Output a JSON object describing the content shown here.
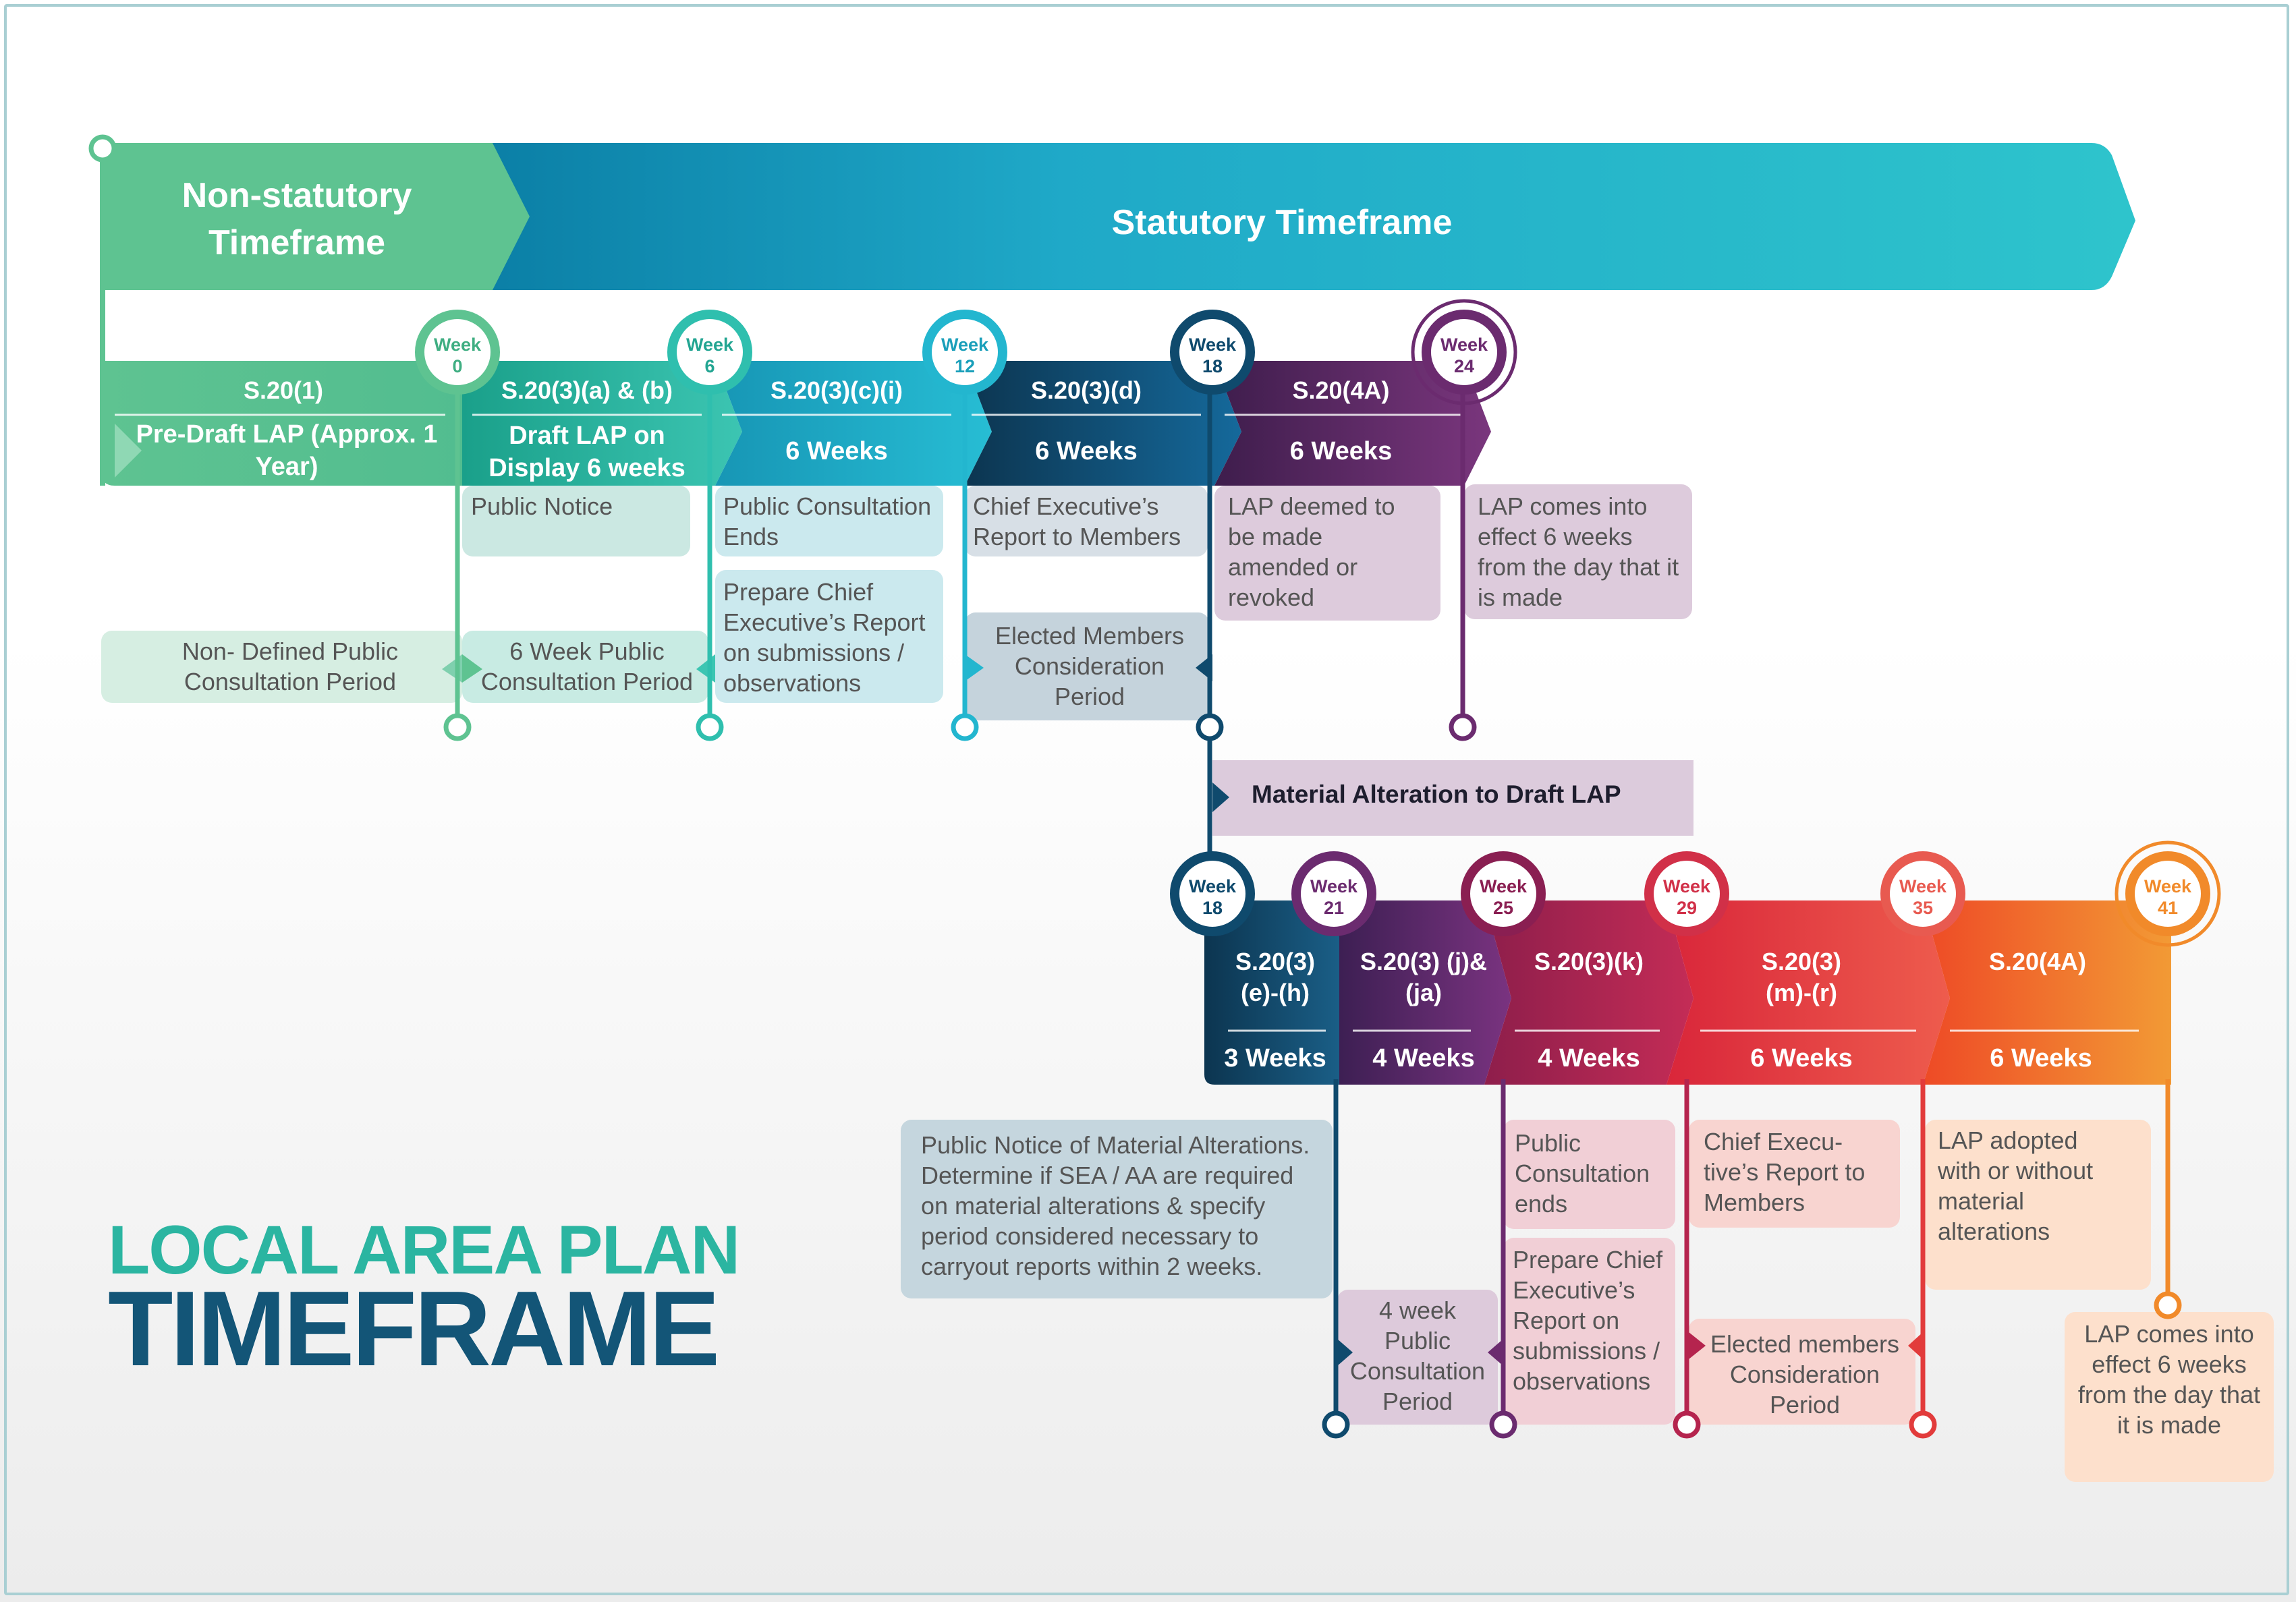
{
  "header": {
    "non_statutory": "Non-statutory Timeframe",
    "statutory": "Statutory Timeframe"
  },
  "title": {
    "line1": "LOCAL AREA PLAN",
    "line2": "TIMEFRAME"
  },
  "week_word": "Week",
  "weeks_top": [
    "0",
    "6",
    "12",
    "18",
    "24"
  ],
  "weeks_bottom": [
    "18",
    "21",
    "25",
    "29",
    "35",
    "41"
  ],
  "top_stages": [
    {
      "code": "S.20(1)",
      "label": "Pre-Draft LAP (Approx. 1 Year)"
    },
    {
      "code": "S.20(3)(a) & (b)",
      "label": "Draft LAP on Display 6 weeks"
    },
    {
      "code": "S.20(3)(c)(i)",
      "label": "6 Weeks"
    },
    {
      "code": "S.20(3)(d)",
      "label": "6 Weeks"
    },
    {
      "code": "S.20(4A)",
      "label": "6 Weeks"
    }
  ],
  "bottom_stages": [
    {
      "code": "S.20(3) (e)-(h)",
      "label": "3 Weeks"
    },
    {
      "code": "S.20(3) (j)& (ja)",
      "label": "4 Weeks"
    },
    {
      "code": "S.20(3)(k)",
      "label": "4 Weeks"
    },
    {
      "code": "S.20(3) (m)-(r)",
      "label": "6 Weeks"
    },
    {
      "code": "S.20(4A)",
      "label": "6 Weeks"
    }
  ],
  "top_notes": {
    "public_notice": "Public Notice",
    "public_consultation_ends": "Public Consultation Ends",
    "ce_report": "Chief Executive’s Report to Members",
    "lap_deemed": "LAP deemed to be made amended or revoked",
    "lap_effect": "LAP comes into effect 6 weeks from the day that it is made",
    "non_defined": "Non- Defined Public Consultation Period",
    "six_week_pcp": "6 Week Public Consultation Period",
    "prepare_ce": "Prepare Chief Executive’s Report on submissions / observations",
    "elected_consideration": "Elected Members Consideration Period"
  },
  "material_alteration": "Material Alteration to Draft LAP",
  "bottom_notes": {
    "public_notice_ma": "Public Notice of Material Alterations. Determine if SEA / AA are required on material alterations & specify period considered necessary to carryout reports within 2 weeks.",
    "four_week_pcp": "4 week Public Consultation Period",
    "pc_ends": "Public Consultation ends",
    "prepare_ce2": "Prepare Chief Executive’s Report on submissions / observations",
    "ce_report2": "Chief Execu- tive’s Report to Members",
    "elected2": "Elected members Consideration Period",
    "lap_adopted": "LAP adopted with or without material alterations",
    "lap_effect2": "LAP comes into effect 6 weeks from the day that it is made"
  },
  "colors": {
    "green": "#5ec391",
    "teal": "#2fbfae",
    "cyan": "#23b6cf",
    "navy": "#0f4a6d",
    "purple": "#6b2b6f",
    "crimson": "#b5244e",
    "red": "#e23b3b",
    "orange": "#f18a2a"
  }
}
